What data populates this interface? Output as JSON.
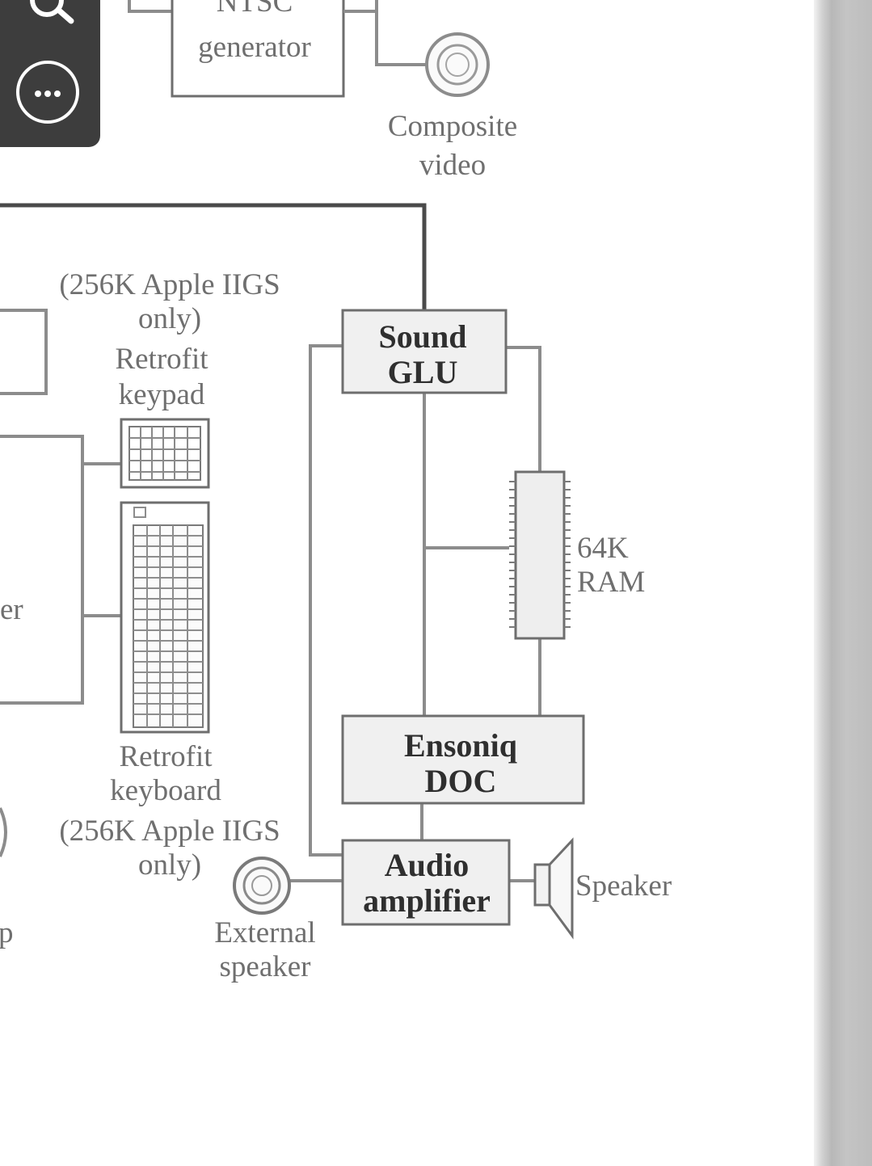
{
  "labels": {
    "ntsc_generator": [
      "NTSC",
      "generator"
    ],
    "composite_video": [
      "Composite",
      "video"
    ],
    "note_256k_top": [
      "(256K Apple IIGS",
      "only)"
    ],
    "retrofit_keypad": [
      "Retrofit",
      "keypad"
    ],
    "sound_glu": [
      "Sound",
      "GLU"
    ],
    "ram_64k": [
      "64K",
      "RAM"
    ],
    "keyboard_controller_partial": "er",
    "retrofit_keyboard": [
      "Retrofit",
      "keyboard"
    ],
    "note_256k_bottom": [
      "(256K Apple IIGS",
      "only)"
    ],
    "ensoniq_doc": [
      "Ensoniq",
      "DOC"
    ],
    "audio_amplifier": [
      "Audio",
      "amplifier"
    ],
    "speaker": "Speaker",
    "external_speaker": [
      "External",
      "speaker"
    ],
    "partial_left_bottom": "p"
  },
  "toolbar": {
    "zoom_icon": "search-icon",
    "more_icon": "more-options-icon"
  },
  "colors": {
    "toolbar_bg": "#3d3d3d",
    "line": "#8c8c8c",
    "text": "#6f6f6f",
    "bold_text": "#2f2f2f"
  }
}
